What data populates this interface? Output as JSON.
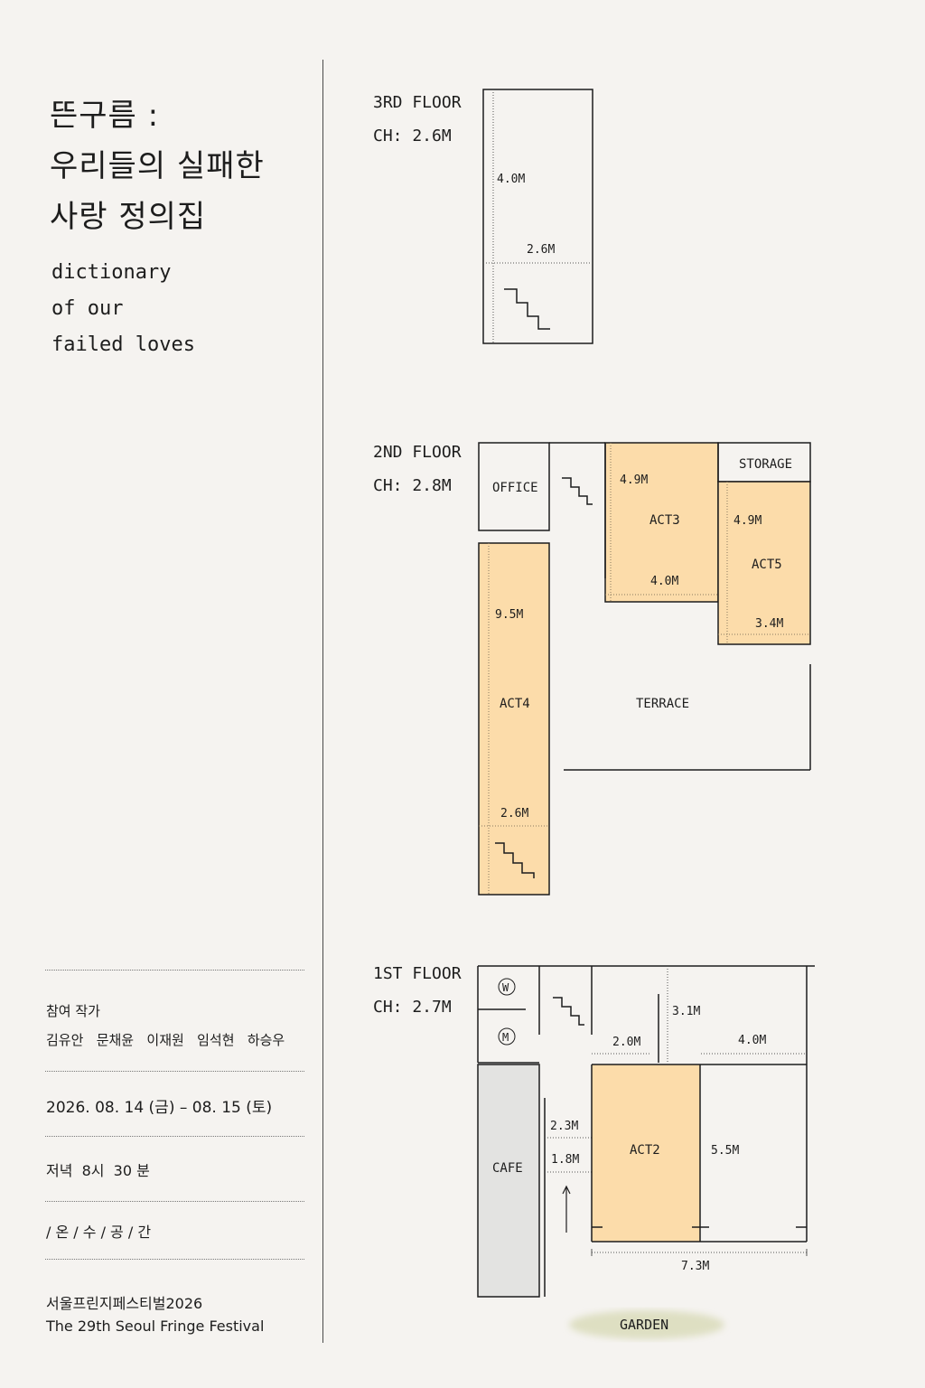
{
  "title": {
    "line1": "뜬구름 :",
    "line2": "우리들의 실패한",
    "line3": "사랑 정의집"
  },
  "subtitle": {
    "line1": "dictionary",
    "line2": "of our",
    "line3": "failed loves"
  },
  "info": {
    "artists_label": "참여 작가",
    "artists": "김유안   문채윤   이재원   임석현   하승우",
    "dates": "2026. 08. 14 (금) – 08. 15 (토)",
    "time": "저녁  8시  30 분",
    "venue": "/ 온 / 수 / 공 / 간",
    "festival_kr": "서울프린지페스티벌2026",
    "festival_en": "The 29th Seoul Fringe Festival"
  },
  "floors": {
    "third": {
      "name": "3RD FLOOR",
      "ch": "CH: 2.6M",
      "dim_height": "4.0M",
      "dim_width": "2.6M"
    },
    "second": {
      "name": "2ND FLOOR",
      "ch": "CH: 2.8M",
      "office": "OFFICE",
      "storage": "STORAGE",
      "act3": "ACT3",
      "act3_h": "4.9M",
      "act3_w": "4.0M",
      "act5": "ACT5",
      "act5_h": "4.9M",
      "act5_w": "3.4M",
      "act4": "ACT4",
      "act4_h": "9.5M",
      "act4_w": "2.6M",
      "terrace": "TERRACE"
    },
    "first": {
      "name": "1ST FLOOR",
      "ch": "CH: 2.7M",
      "restroom_w": "W",
      "restroom_m": "M",
      "cafe": "CAFE",
      "act2": "ACT2",
      "dim_3_1": "3.1M",
      "dim_2_0": "2.0M",
      "dim_4_0": "4.0M",
      "dim_2_3": "2.3M",
      "dim_1_8": "1.8M",
      "dim_5_5": "5.5M",
      "dim_7_3": "7.3M",
      "garden": "GARDEN"
    }
  },
  "colors": {
    "background": "#f5f3f0",
    "act_fill": "#fcdcaa",
    "cafe_fill": "#e3e3e1",
    "garden_fill": "#dedfc2",
    "line": "#1d1d1d"
  }
}
